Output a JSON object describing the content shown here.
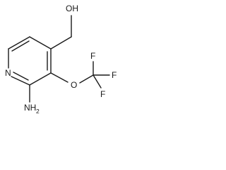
{
  "molecule": {
    "atoms": {
      "hydroxyl": "OH",
      "ring_nitrogen": "N",
      "amino_element": "NH",
      "amino_subscript": "2",
      "ether_oxygen": "O",
      "fluorine_top": "F",
      "fluorine_right": "F",
      "fluorine_bottom": "F"
    }
  }
}
